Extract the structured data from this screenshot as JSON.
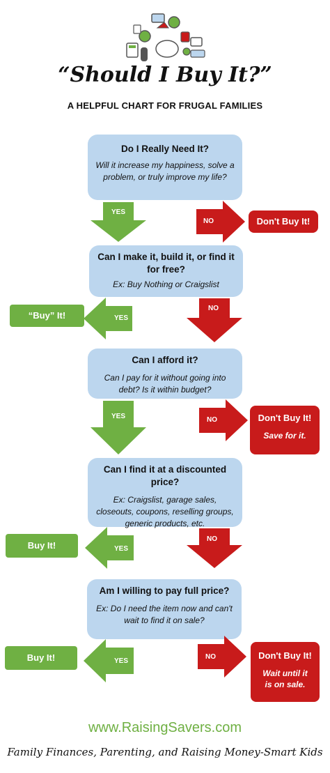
{
  "header": {
    "title": "“Should I Buy It?”",
    "subtitle": "A HELPFUL CHART FOR FRUGAL FAMILIES"
  },
  "colors": {
    "question": "#bcd6ee",
    "yes": "#6fb043",
    "no": "#c81b1b"
  },
  "steps": [
    {
      "question": "Do I Really Need It?",
      "detail": "Will it increase my happiness, solve a problem, or truly improve my life?",
      "yes_label": "YES",
      "no_label": "NO",
      "outcome": "Don't Buy It!"
    },
    {
      "question": "Can I make it, build it, or find it for free?",
      "detail": "Ex:  Buy Nothing or Craigslist",
      "yes_label": "YES",
      "no_label": "NO",
      "outcome": "“Buy” It!"
    },
    {
      "question": "Can I afford it?",
      "detail": "Can I pay for it without going into debt? Is it within budget?",
      "yes_label": "YES",
      "no_label": "NO",
      "outcome": "Don't Buy It!",
      "outcome_note": "Save for it."
    },
    {
      "question": "Can I find it at a discounted price?",
      "detail": "Ex: Craigslist, garage sales, closeouts, coupons, reselling groups, generic products, etc.",
      "yes_label": "YES",
      "no_label": "NO",
      "outcome": "Buy It!"
    },
    {
      "question": "Am I willing to pay full price?",
      "detail": "Ex: Do I need the item now and can't wait to find it on sale?",
      "yes_label": "YES",
      "no_label": "NO",
      "outcome_yes": "Buy It!",
      "outcome_no": "Don't Buy It!",
      "outcome_no_note": "Wait until it is on sale."
    }
  ],
  "footer": {
    "website": "www.RaisingSavers.com",
    "tagline": "Family Finances, Parenting, and Raising Money-Smart Kids"
  },
  "icons": [
    "money-illustration-icon"
  ]
}
